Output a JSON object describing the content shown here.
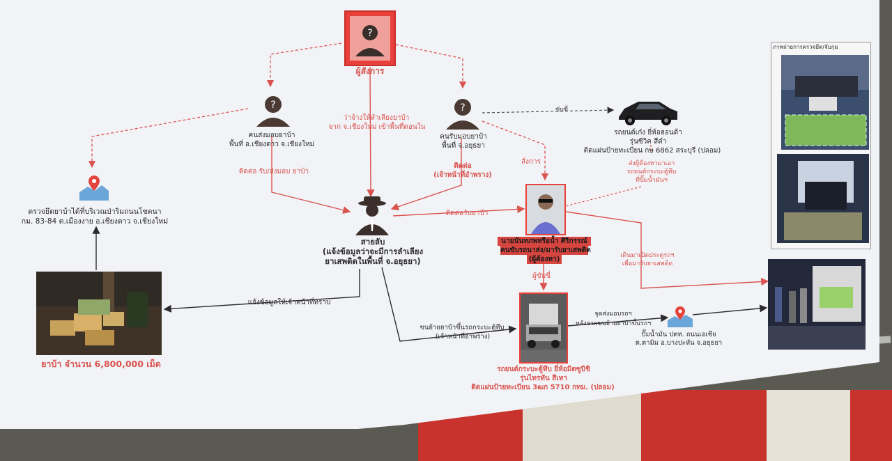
{
  "colors": {
    "accent": "#d9534f",
    "line": "#2b2b2b",
    "board": "#f2f3f6",
    "box_red": "#e8413c"
  },
  "boss": {
    "label": "ผู้สั่งการ",
    "icon": "unknown-person-icon"
  },
  "sender": {
    "line1": "คนส่งมอบยาบ้า",
    "line2": "พื้นที่ อ.เชียงดาว จ.เชียงใหม่",
    "icon": "unknown-person-icon"
  },
  "receiver": {
    "line1": "คนรับมอบยาบ้า",
    "line2": "พื้นที่ จ.อยุธยา",
    "icon": "unknown-person-icon"
  },
  "informant": {
    "line1": "สายลับ",
    "line2": "(แจ้งข้อมูลว่าจะมีการลำเลียง",
    "line3": "ยาเสพติดในพื้นที่ จ.อยุธยา)",
    "icon": "informant-icon"
  },
  "suspect": {
    "line1": "นายนันทภพหรือน้ำ ศิริกรรณ์",
    "line2": "คนขับรถนาส่ง/มารับยาเสพติด",
    "line3": "(ผู้ต้องหา)"
  },
  "seizure_location": {
    "line1": "ตรวจยึดยาบ้าได้ที่บริเวณป่าริมถนนโชตนา",
    "line2": "กม. 83-84 ต.เมืองงาย อ.เชียงดาว จ.เชียงใหม่",
    "icon": "map-pin-icon"
  },
  "drugs": {
    "label": "ยาบ้า จำนวน 6,800,000 เม็ด"
  },
  "black_car": {
    "line1": "รถยนต์เก๋ง ยี่ห้อฮอนด้า",
    "line2": "รุ่นซีวิค สีดำ",
    "line3": "ติดแผ่นป้ายทะเบียน กษ 6862 สระบุรี (ปลอม)"
  },
  "pickup": {
    "line1": "รถยนต์กระบะตู้ทึบ ยี่ห้อมิตซูบิชิ",
    "line2": "รุ่นไทรทัน สีเทา",
    "line3": "ติดแผ่นป้ายทะเบียน 3ฒก 5710 กทม. (ปลอม)"
  },
  "gas_station": {
    "line1": "ปั๊มน้ำมัน ปตท. ถนนเอเชีย",
    "line2": "ต.ตามิม อ.บางปะหัน จ.อยุธยา",
    "icon": "map-pin-icon"
  },
  "edges": {
    "hire": [
      "ว่าจ้างให้ลำเลียงยาบ้า",
      "จาก จ.เชียงใหม่ เข้าพื้นที่ตอนใน"
    ],
    "contact_sender": "ติดต่อ รับ/ส่งมอบ ยาบ้า",
    "contact_receiver": [
      "ติดต่อ",
      "(เจ้าหน้าที่อำพราง)"
    ],
    "contact_pickup": "ติดต่อรับยาบ้า",
    "command": "สั่งการ",
    "drive": "ขับขี่",
    "drive2": "ผู้ขับขี่",
    "inform": "แจ้งข้อมูลให้เจ้าหน้าที่ทราบ",
    "load": [
      "ขนย้ายยาบ้าขึ้นรถกระบะตู้ทึบ",
      "(เจ้าหน้าที่อำพราง)"
    ],
    "park": [
      "จุดส่งมอบรถฯ",
      "หลังจากขนย้ายยาบ้าขึ้นรถฯ"
    ],
    "car_note": [
      "ส่งผู้ต้องหามาเอา",
      "รถยนต์กระบะตู้ทึบ",
      "ที่ปั๊มน้ำมันฯ"
    ],
    "open_note": [
      "เดินมาเปิดประตูรถฯ",
      "เพื่อมารับยาเสพติด"
    ]
  },
  "gallery": {
    "title": "ภาพถ่ายการตรวจยึด/จับกุม"
  }
}
